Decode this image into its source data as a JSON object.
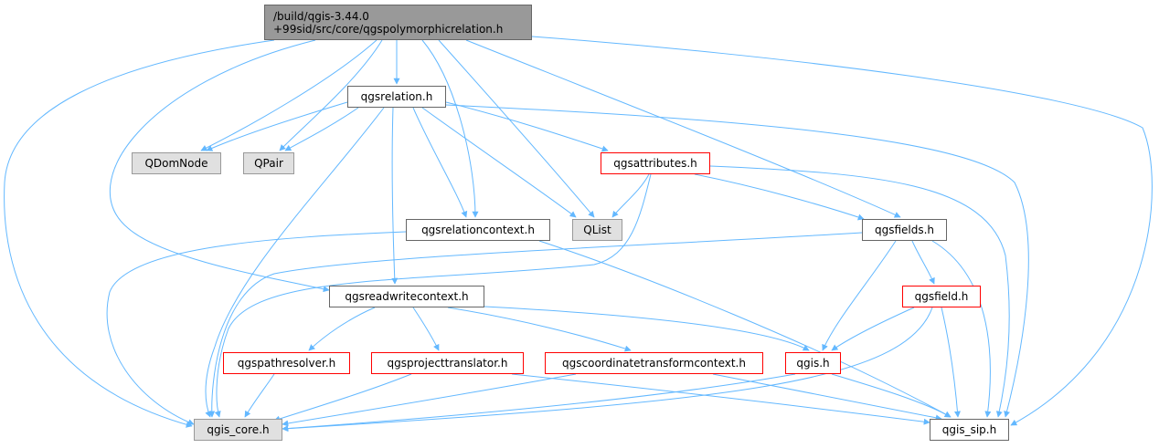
{
  "colors": {
    "edge": "#63b8ff",
    "root_fill": "#999999",
    "external_fill": "#e0e0e0",
    "truncated_border": "#ff0000",
    "normal_border": "#666666"
  },
  "nodes": {
    "root": {
      "line1": "/build/qgis-3.44.0",
      "line2": "+99sid/src/core/qgspolymorphicrelation.h"
    },
    "qgsrelation": "qgsrelation.h",
    "qdomnode": "QDomNode",
    "qpair": "QPair",
    "qgsattributes": "qgsattributes.h",
    "qgsrelationcontext": "qgsrelationcontext.h",
    "qlist": "QList",
    "qgsfields": "qgsfields.h",
    "qgsreadwritecontext": "qgsreadwritecontext.h",
    "qgsfield": "qgsfield.h",
    "qgspathresolver": "qgspathresolver.h",
    "qgsprojecttranslator": "qgsprojecttranslator.h",
    "qgscoordinatetransformcontext": "qgscoordinatetransformcontext.h",
    "qgis": "qgis.h",
    "qgis_core": "qgis_core.h",
    "qgis_sip": "qgis_sip.h"
  }
}
